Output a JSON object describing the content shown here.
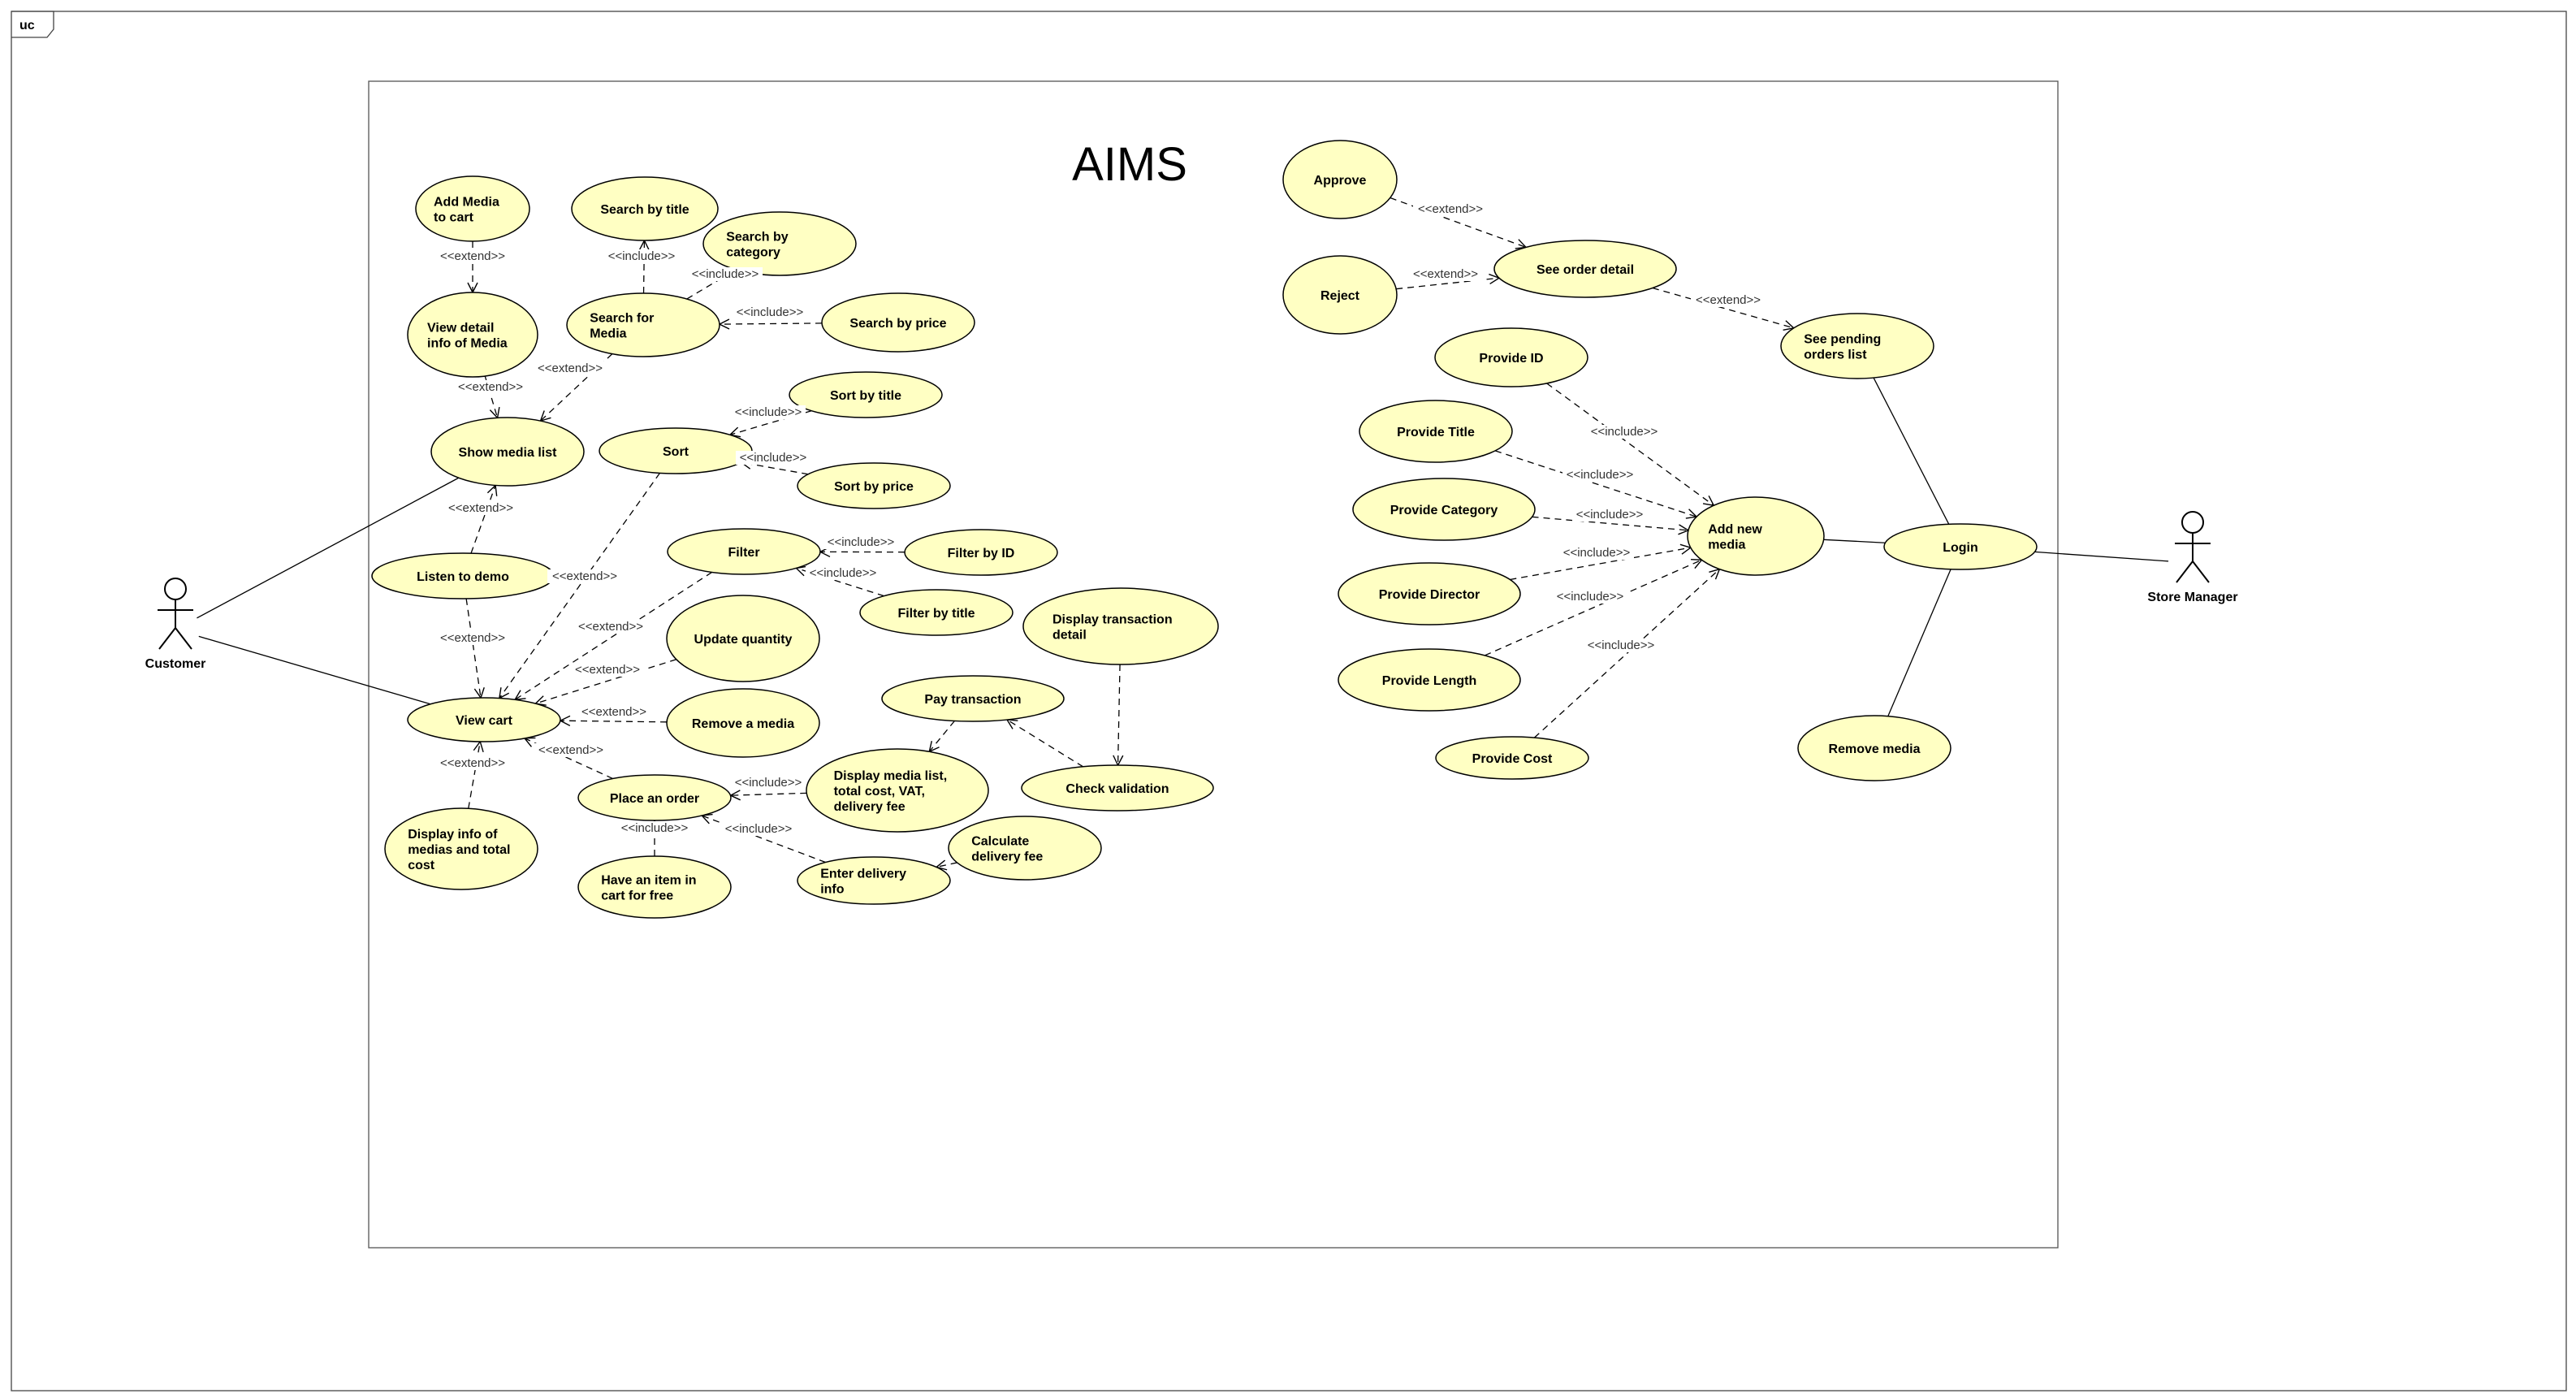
{
  "frame_tag": "uc",
  "system_title": "AIMS",
  "actors": [
    {
      "id": "customer",
      "label": "Customer"
    },
    {
      "id": "manager",
      "label": "Store Manager"
    }
  ],
  "use_cases": [
    {
      "id": "add_cart",
      "lines": [
        "Add Media",
        "to cart"
      ]
    },
    {
      "id": "view_detail",
      "lines": [
        "View detail",
        "info of Media"
      ]
    },
    {
      "id": "show_list",
      "lines": [
        "Show media list"
      ]
    },
    {
      "id": "listen_demo",
      "lines": [
        "Listen to demo"
      ]
    },
    {
      "id": "view_cart",
      "lines": [
        "View cart"
      ]
    },
    {
      "id": "display_info",
      "lines": [
        "Display info of",
        "medias and total",
        "cost"
      ]
    },
    {
      "id": "search_title",
      "lines": [
        "Search by title"
      ]
    },
    {
      "id": "search_category",
      "lines": [
        "Search by",
        "category"
      ]
    },
    {
      "id": "search_media",
      "lines": [
        "Search for",
        "Media"
      ]
    },
    {
      "id": "search_price",
      "lines": [
        "Search by price"
      ]
    },
    {
      "id": "sort_title",
      "lines": [
        "Sort by title"
      ]
    },
    {
      "id": "sort",
      "lines": [
        "Sort"
      ]
    },
    {
      "id": "sort_price",
      "lines": [
        "Sort by price"
      ]
    },
    {
      "id": "filter",
      "lines": [
        "Filter"
      ]
    },
    {
      "id": "filter_id",
      "lines": [
        "Filter by ID"
      ]
    },
    {
      "id": "filter_title",
      "lines": [
        "Filter by title"
      ]
    },
    {
      "id": "update_qty",
      "lines": [
        "Update quantity"
      ]
    },
    {
      "id": "remove_a_media",
      "lines": [
        "Remove a media"
      ]
    },
    {
      "id": "display_tx",
      "lines": [
        "Display transaction",
        "detail"
      ]
    },
    {
      "id": "pay_tx",
      "lines": [
        "Pay transaction"
      ]
    },
    {
      "id": "check_valid",
      "lines": [
        "Check validation"
      ]
    },
    {
      "id": "display_media_list",
      "lines": [
        "Display media list,",
        "total cost, VAT,",
        "delivery fee"
      ]
    },
    {
      "id": "place_order",
      "lines": [
        "Place an order"
      ]
    },
    {
      "id": "have_item",
      "lines": [
        "Have an item in",
        "cart for free"
      ]
    },
    {
      "id": "enter_delivery",
      "lines": [
        "Enter delivery",
        "info"
      ]
    },
    {
      "id": "calc_fee",
      "lines": [
        "Calculate",
        "delivery fee"
      ]
    },
    {
      "id": "approve",
      "lines": [
        "Approve"
      ]
    },
    {
      "id": "reject",
      "lines": [
        "Reject"
      ]
    },
    {
      "id": "see_order_detail",
      "lines": [
        "See order detail"
      ]
    },
    {
      "id": "see_pending",
      "lines": [
        "See pending",
        "orders list"
      ]
    },
    {
      "id": "provide_id",
      "lines": [
        "Provide ID"
      ]
    },
    {
      "id": "provide_title",
      "lines": [
        "Provide Title"
      ]
    },
    {
      "id": "provide_category",
      "lines": [
        "Provide Category"
      ]
    },
    {
      "id": "provide_director",
      "lines": [
        "Provide Director"
      ]
    },
    {
      "id": "provide_length",
      "lines": [
        "Provide Length"
      ]
    },
    {
      "id": "provide_cost",
      "lines": [
        "Provide Cost"
      ]
    },
    {
      "id": "add_new_media",
      "lines": [
        "Add new",
        "media"
      ]
    },
    {
      "id": "login",
      "lines": [
        "Login"
      ]
    },
    {
      "id": "remove_media",
      "lines": [
        "Remove media"
      ]
    }
  ],
  "associations": [
    {
      "from": "customer",
      "to": "show_list"
    },
    {
      "from": "customer",
      "to": "view_cart"
    },
    {
      "from": "manager",
      "to": "login"
    },
    {
      "from": "login",
      "to": "see_pending"
    },
    {
      "from": "login",
      "to": "add_new_media"
    },
    {
      "from": "login",
      "to": "remove_media"
    }
  ],
  "dependencies": [
    {
      "from": "add_cart",
      "to": "view_detail",
      "label": "<<extend>>"
    },
    {
      "from": "view_detail",
      "to": "show_list",
      "label": "<<extend>>"
    },
    {
      "from": "search_media",
      "to": "show_list",
      "label": "<<extend>>"
    },
    {
      "from": "listen_demo",
      "to": "show_list",
      "label": "<<extend>>"
    },
    {
      "from": "listen_demo",
      "to": "view_cart",
      "label": "<<extend>>"
    },
    {
      "from": "sort",
      "to": "view_cart",
      "label": "<<extend>>"
    },
    {
      "from": "filter",
      "to": "view_cart",
      "label": "<<extend>>"
    },
    {
      "from": "update_qty",
      "to": "view_cart",
      "label": "<<extend>>"
    },
    {
      "from": "remove_a_media",
      "to": "view_cart",
      "label": "<<extend>>"
    },
    {
      "from": "place_order",
      "to": "view_cart",
      "label": "<<extend>>"
    },
    {
      "from": "display_info",
      "to": "view_cart",
      "label": "<<extend>>"
    },
    {
      "from": "search_media",
      "to": "search_title",
      "label": "<<include>>"
    },
    {
      "from": "search_media",
      "to": "search_category",
      "label": "<<include>>"
    },
    {
      "from": "search_price",
      "to": "search_media",
      "label": "<<include>>"
    },
    {
      "from": "sort_title",
      "to": "sort",
      "label": "<<include>>"
    },
    {
      "from": "sort_price",
      "to": "sort",
      "label": "<<include>>"
    },
    {
      "from": "filter_id",
      "to": "filter",
      "label": "<<include>>"
    },
    {
      "from": "filter_title",
      "to": "filter",
      "label": "<<include>>"
    },
    {
      "from": "display_media_list",
      "to": "place_order",
      "label": "<<include>>"
    },
    {
      "from": "have_item",
      "to": "place_order",
      "label": "<<include>>"
    },
    {
      "from": "enter_delivery",
      "to": "place_order",
      "label": "<<include>>"
    },
    {
      "from": "calc_fee",
      "to": "enter_delivery",
      "label": ""
    },
    {
      "from": "pay_tx",
      "to": "display_media_list",
      "label": ""
    },
    {
      "from": "check_valid",
      "to": "pay_tx",
      "label": ""
    },
    {
      "from": "display_tx",
      "to": "check_valid",
      "label": ""
    },
    {
      "from": "approve",
      "to": "see_order_detail",
      "label": "<<extend>>"
    },
    {
      "from": "reject",
      "to": "see_order_detail",
      "label": "<<extend>>"
    },
    {
      "from": "see_order_detail",
      "to": "see_pending",
      "label": "<<extend>>"
    },
    {
      "from": "provide_id",
      "to": "add_new_media",
      "label": "<<include>>"
    },
    {
      "from": "provide_title",
      "to": "add_new_media",
      "label": "<<include>>"
    },
    {
      "from": "provide_category",
      "to": "add_new_media",
      "label": "<<include>>"
    },
    {
      "from": "provide_director",
      "to": "add_new_media",
      "label": "<<include>>"
    },
    {
      "from": "provide_length",
      "to": "add_new_media",
      "label": "<<include>>"
    },
    {
      "from": "provide_cost",
      "to": "add_new_media",
      "label": "<<include>>"
    }
  ]
}
